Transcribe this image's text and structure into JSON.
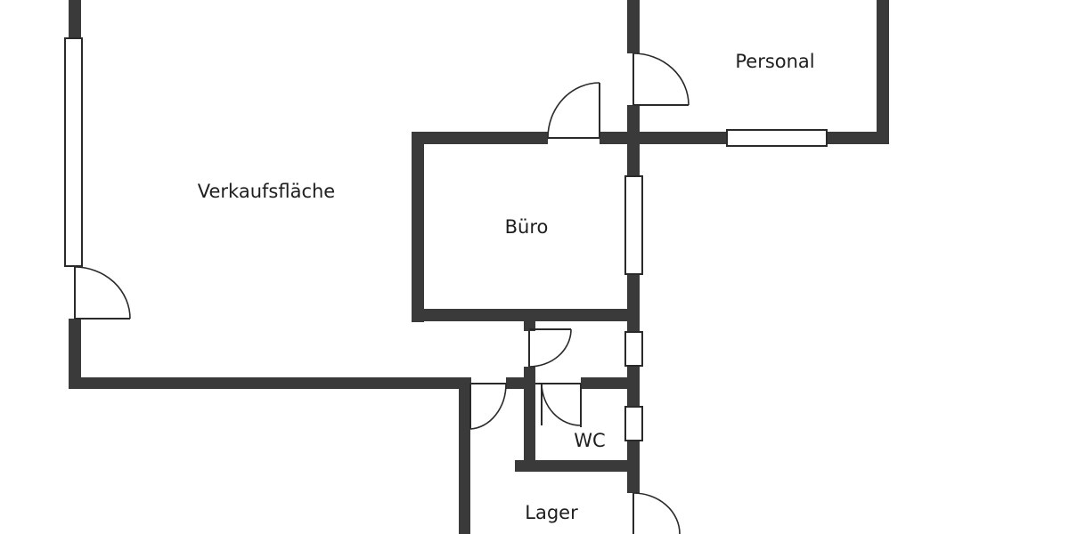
{
  "plan": {
    "rooms": [
      {
        "id": "verkaufsflaeche",
        "label": "Verkaufsfläche"
      },
      {
        "id": "personal",
        "label": "Personal"
      },
      {
        "id": "buero",
        "label": "Büro"
      },
      {
        "id": "wc",
        "label": "WC"
      },
      {
        "id": "lager",
        "label": "Lager"
      }
    ],
    "colors": {
      "wall": "#3a3a3a",
      "line": "#2a2a2a",
      "background": "#ffffff",
      "text": "#1e1e1e"
    }
  }
}
